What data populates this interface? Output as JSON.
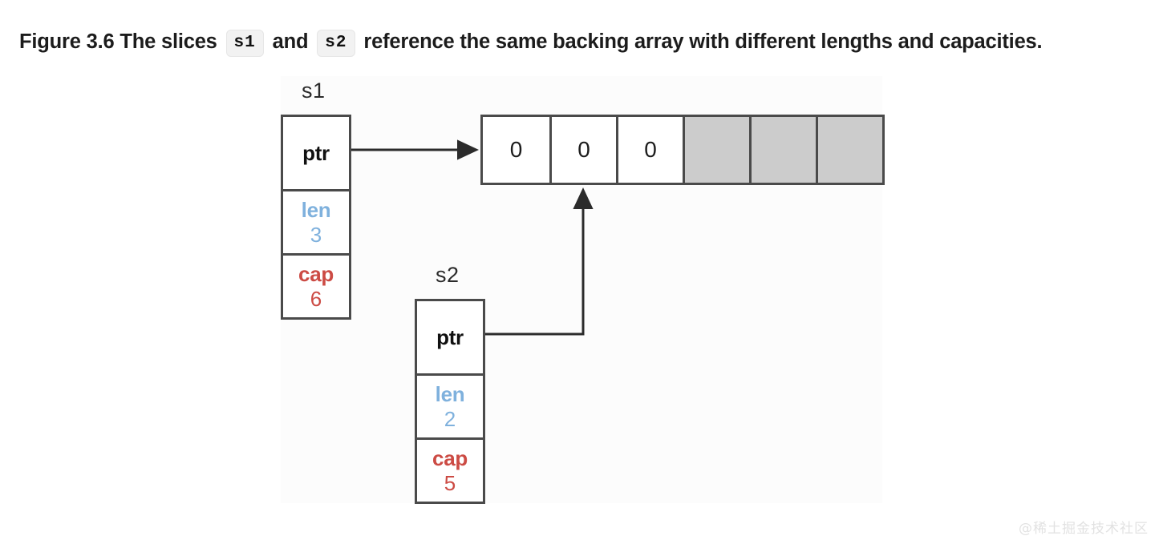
{
  "caption": {
    "prefix": "Figure 3.6 The slices",
    "code1": "s1",
    "middle": "and",
    "code2": "s2",
    "suffix": "reference the same backing array with different lengths and capacities."
  },
  "figure": {
    "structs": [
      {
        "name": "s1",
        "label": "s1",
        "fields": [
          {
            "key": "ptr",
            "value": ""
          },
          {
            "key": "len",
            "value": "3"
          },
          {
            "key": "cap",
            "value": "6"
          }
        ]
      },
      {
        "name": "s2",
        "label": "s2",
        "fields": [
          {
            "key": "ptr",
            "value": ""
          },
          {
            "key": "len",
            "value": "2"
          },
          {
            "key": "cap",
            "value": "5"
          }
        ]
      }
    ],
    "backing_array": {
      "slots": [
        {
          "value": "0",
          "filled": true
        },
        {
          "value": "0",
          "filled": true
        },
        {
          "value": "0",
          "filled": true
        },
        {
          "value": "",
          "filled": false
        },
        {
          "value": "",
          "filled": false
        },
        {
          "value": "",
          "filled": false
        }
      ]
    },
    "arrows": [
      {
        "name": "s1-ptr-to-slot-0",
        "from": "s1.ptr",
        "to": "backing_array.slot.0"
      },
      {
        "name": "s2-ptr-to-slot-1",
        "from": "s2.ptr",
        "to": "backing_array.slot.1"
      }
    ]
  },
  "colors": {
    "len": "#7fb1dd",
    "cap": "#cc4b44",
    "stroke": "#4a4a4a",
    "empty_slot": "#cccccc",
    "figure_bg": "#fcfcfc"
  },
  "watermark": "@稀土掘金技术社区"
}
